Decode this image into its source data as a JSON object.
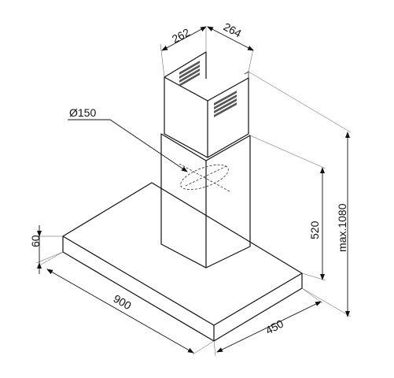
{
  "dimensions": {
    "chimney_width": "262",
    "chimney_depth": "264",
    "duct_diameter": "Ø150",
    "canopy_height": "60",
    "canopy_width": "900",
    "canopy_depth": "450",
    "lower_chimney_height": "520",
    "max_height": "max.1080"
  }
}
